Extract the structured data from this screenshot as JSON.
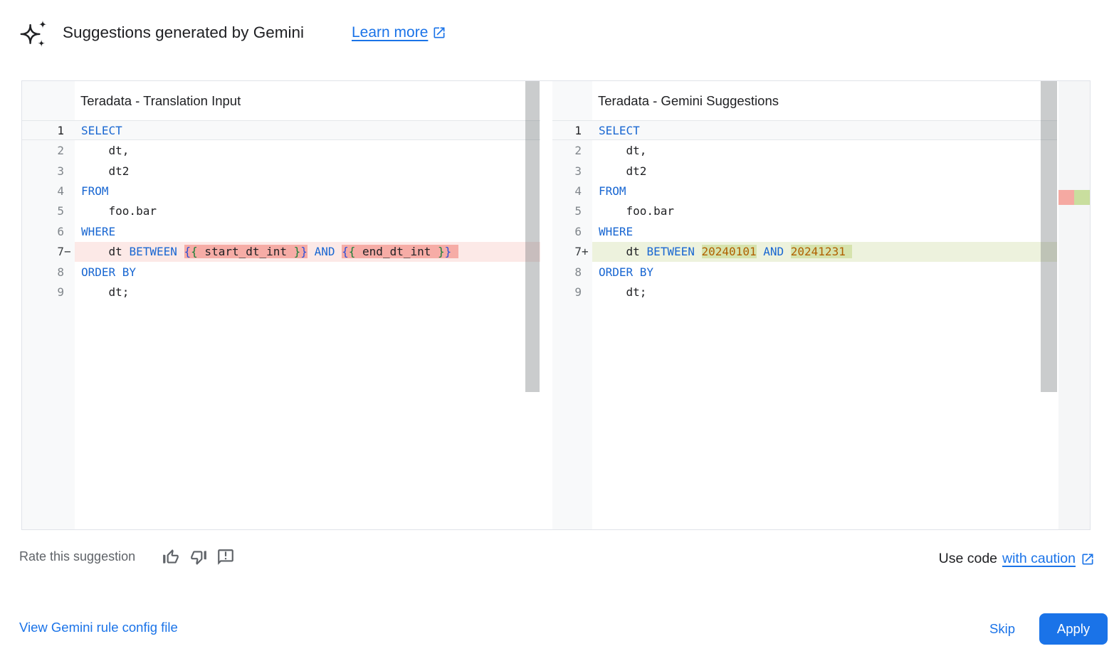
{
  "header": {
    "title": "Suggestions generated by Gemini",
    "learn_more_label": "Learn more"
  },
  "icons": {
    "header_icon": "gemini-sparkle-icon",
    "learn_more_icon": "open-in-new-icon",
    "rate_icons": [
      "thumb-up-icon",
      "thumb-down-icon",
      "feedback-icon"
    ],
    "use_code_icon": "open-in-new-icon"
  },
  "colors": {
    "accent_blue": "#1a73e8",
    "keyword_blue": "#1967d2",
    "number_orange": "#b06000",
    "bracket_outer": "#2b4fd8",
    "bracket_inner": "#188038",
    "diff_removed_line": "#fce9e7",
    "diff_removed_word": "#f6aca6",
    "diff_added_line": "#edf2dd",
    "diff_added_word": "#d6e3ad",
    "minimap_removed": "#f5a9a2",
    "minimap_added": "#c9de9e"
  },
  "editors": [
    {
      "title": "Teradata - Translation Input",
      "diff_type": "del",
      "lines": [
        {
          "num": "1",
          "sign": "",
          "state": "current",
          "tokens": [
            {
              "t": "SELECT",
              "c": "kw"
            }
          ]
        },
        {
          "num": "2",
          "sign": "",
          "state": "",
          "tokens": [
            {
              "t": "    dt,",
              "c": "plain"
            }
          ]
        },
        {
          "num": "3",
          "sign": "",
          "state": "",
          "tokens": [
            {
              "t": "    dt2",
              "c": "plain"
            }
          ]
        },
        {
          "num": "4",
          "sign": "",
          "state": "",
          "tokens": [
            {
              "t": "FROM",
              "c": "kw"
            }
          ]
        },
        {
          "num": "5",
          "sign": "",
          "state": "",
          "tokens": [
            {
              "t": "    foo.bar",
              "c": "plain"
            }
          ]
        },
        {
          "num": "6",
          "sign": "",
          "state": "",
          "tokens": [
            {
              "t": "WHERE",
              "c": "kw"
            }
          ]
        },
        {
          "num": "7",
          "sign": "−",
          "state": "diff",
          "tokens": [
            {
              "t": "    dt ",
              "c": "plain"
            },
            {
              "t": "BETWEEN",
              "c": "kw"
            },
            {
              "t": " ",
              "c": "plain"
            },
            {
              "t": "{",
              "c": "b1",
              "m": true
            },
            {
              "t": "{",
              "c": "b2",
              "m": true
            },
            {
              "t": " start_dt_int ",
              "c": "plain",
              "m": true
            },
            {
              "t": "}",
              "c": "b2",
              "m": true
            },
            {
              "t": "}",
              "c": "b1",
              "m": true
            },
            {
              "t": " ",
              "c": "plain"
            },
            {
              "t": "AND",
              "c": "kw"
            },
            {
              "t": " ",
              "c": "plain"
            },
            {
              "t": "{",
              "c": "b1",
              "m": true
            },
            {
              "t": "{",
              "c": "b2",
              "m": true
            },
            {
              "t": " end_dt_int ",
              "c": "plain",
              "m": true
            },
            {
              "t": "}",
              "c": "b2",
              "m": true
            },
            {
              "t": "}",
              "c": "b1",
              "m": true
            },
            {
              "t": " ",
              "c": "plain",
              "m": true
            }
          ]
        },
        {
          "num": "8",
          "sign": "",
          "state": "",
          "tokens": [
            {
              "t": "ORDER BY",
              "c": "kw"
            }
          ]
        },
        {
          "num": "9",
          "sign": "",
          "state": "",
          "tokens": [
            {
              "t": "    dt;",
              "c": "plain"
            }
          ]
        }
      ]
    },
    {
      "title": "Teradata - Gemini Suggestions",
      "diff_type": "add",
      "lines": [
        {
          "num": "1",
          "sign": "",
          "state": "current",
          "tokens": [
            {
              "t": "SELECT",
              "c": "kw"
            }
          ]
        },
        {
          "num": "2",
          "sign": "",
          "state": "",
          "tokens": [
            {
              "t": "    dt,",
              "c": "plain"
            }
          ]
        },
        {
          "num": "3",
          "sign": "",
          "state": "",
          "tokens": [
            {
              "t": "    dt2",
              "c": "plain"
            }
          ]
        },
        {
          "num": "4",
          "sign": "",
          "state": "",
          "tokens": [
            {
              "t": "FROM",
              "c": "kw"
            }
          ]
        },
        {
          "num": "5",
          "sign": "",
          "state": "",
          "tokens": [
            {
              "t": "    foo.bar",
              "c": "plain"
            }
          ]
        },
        {
          "num": "6",
          "sign": "",
          "state": "",
          "tokens": [
            {
              "t": "WHERE",
              "c": "kw"
            }
          ]
        },
        {
          "num": "7",
          "sign": "+",
          "state": "diff",
          "tokens": [
            {
              "t": "    dt ",
              "c": "plain"
            },
            {
              "t": "BETWEEN",
              "c": "kw"
            },
            {
              "t": " ",
              "c": "plain"
            },
            {
              "t": "20240101",
              "c": "num",
              "m": true
            },
            {
              "t": " ",
              "c": "plain"
            },
            {
              "t": "AND",
              "c": "kw"
            },
            {
              "t": " ",
              "c": "plain"
            },
            {
              "t": "20241231",
              "c": "num",
              "m": true
            },
            {
              "t": " ",
              "c": "plain",
              "m": true
            }
          ]
        },
        {
          "num": "8",
          "sign": "",
          "state": "",
          "tokens": [
            {
              "t": "ORDER BY",
              "c": "kw"
            }
          ]
        },
        {
          "num": "9",
          "sign": "",
          "state": "",
          "tokens": [
            {
              "t": "    dt;",
              "c": "plain"
            }
          ]
        }
      ]
    }
  ],
  "footer": {
    "rate_label": "Rate this suggestion",
    "use_code_prefix": "Use code",
    "use_code_link": "with caution",
    "view_config_label": "View Gemini rule config file",
    "skip_label": "Skip",
    "apply_label": "Apply"
  }
}
